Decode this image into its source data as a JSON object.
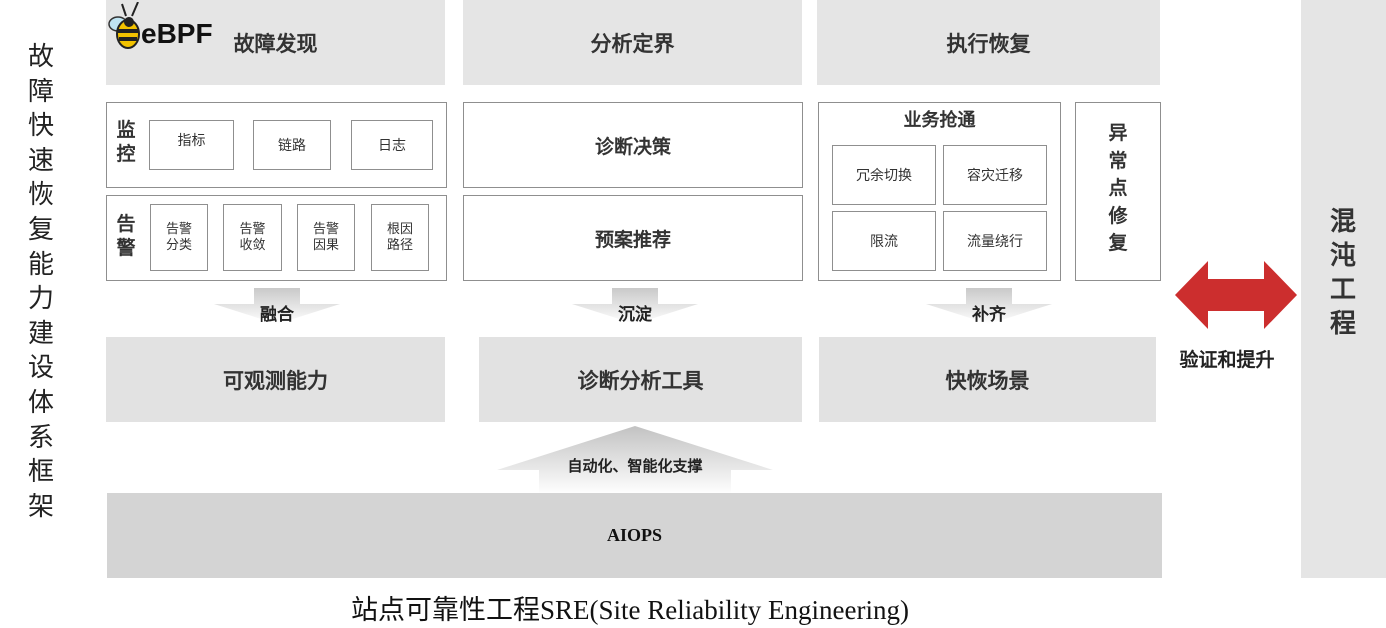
{
  "left_title": "故障快速恢复能力建设体系框架",
  "logo_text": "eBPF",
  "headers": [
    "故障发现",
    "分析定界",
    "执行恢复"
  ],
  "monitor": {
    "label": "监控",
    "items": [
      "指标",
      "链路",
      "日志"
    ]
  },
  "alert": {
    "label": "告警",
    "items": [
      "告警分类",
      "告警收敛",
      "告警因果",
      "根因路径"
    ]
  },
  "analysis": {
    "items": [
      "诊断决策",
      "预案推荐"
    ]
  },
  "business": {
    "title": "业务抢通",
    "items": [
      "冗余切换",
      "容灾迁移",
      "限流",
      "流量绕行"
    ]
  },
  "anomaly_fix": "异常点修复",
  "flows": [
    "融合",
    "沉淀",
    "补齐"
  ],
  "capabilities": [
    "可观测能力",
    "诊断分析工具",
    "快恢场景"
  ],
  "support": "自动化、智能化支撑",
  "aiops": "AIOPS",
  "bottom_caption": "站点可靠性工程SRE(Site Reliability Engineering)",
  "right_title": "混沌工程",
  "right_link": "验证和提升",
  "colors": {
    "panel_gray": "#e5e5e5",
    "arrow_red": "#cc2e2e",
    "aiops_bar": "#d4d4d4"
  }
}
